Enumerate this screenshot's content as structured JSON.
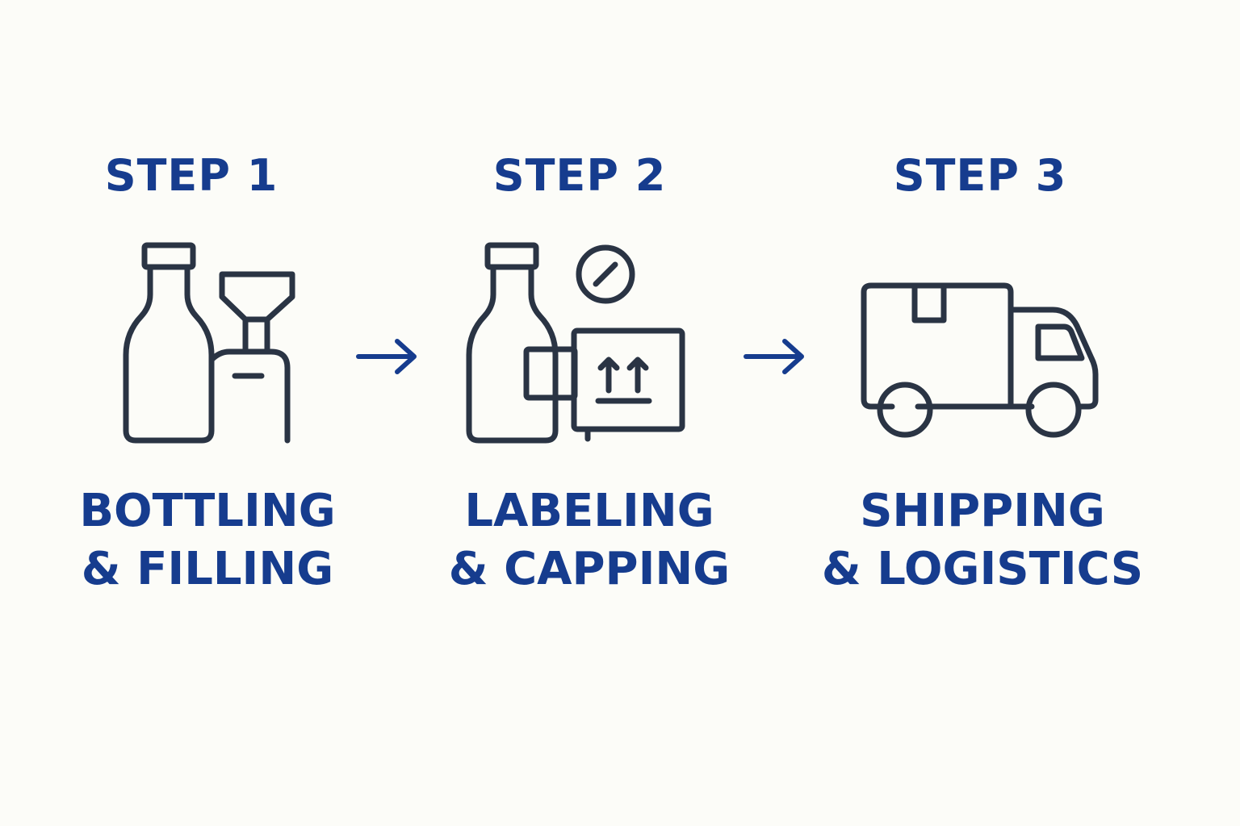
{
  "colors": {
    "background": "#fcfcf8",
    "accent": "#163c8e",
    "icon_stroke": "#2a3444"
  },
  "steps": [
    {
      "title": "STEP 1",
      "caption_line1": "BOTTLING",
      "caption_line2": "& FILLING",
      "icon": "bottle-filling-machine-icon"
    },
    {
      "title": "STEP 2",
      "caption_line1": "LABELING",
      "caption_line2": "& CAPPING",
      "icon": "bottle-label-box-icon"
    },
    {
      "title": "STEP 3",
      "caption_line1": "SHIPPING",
      "caption_line2": "& LOGISTICS",
      "icon": "delivery-truck-icon"
    }
  ],
  "connectors": [
    {
      "icon": "arrow-right-icon"
    },
    {
      "icon": "arrow-right-icon"
    }
  ]
}
